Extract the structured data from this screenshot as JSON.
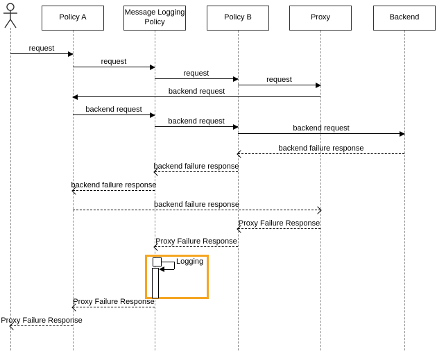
{
  "diagram": {
    "type": "sequence",
    "highlight_color": "#F5A623"
  },
  "icons": {
    "actor": "stick-figure-person",
    "solid_arrowhead": "filled-triangle",
    "dashed_arrowhead": "open-chevron"
  },
  "participants": [
    {
      "label": "Policy A"
    },
    {
      "label": "Message Logging Policy"
    },
    {
      "label": "Policy B"
    },
    {
      "label": "Proxy"
    },
    {
      "label": "Backend"
    }
  ],
  "messages": [
    {
      "label": "request",
      "from": "actor",
      "to": "Policy A",
      "line": "solid"
    },
    {
      "label": "request",
      "from": "Policy A",
      "to": "Message Logging Policy",
      "line": "solid"
    },
    {
      "label": "request",
      "from": "Message Logging Policy",
      "to": "Policy B",
      "line": "solid"
    },
    {
      "label": "request",
      "from": "Policy B",
      "to": "Proxy",
      "line": "solid"
    },
    {
      "label": "backend request",
      "from": "Proxy",
      "to": "Policy A",
      "line": "solid"
    },
    {
      "label": "backend request",
      "from": "Policy A",
      "to": "Message Logging Policy",
      "line": "solid"
    },
    {
      "label": "backend request",
      "from": "Message Logging Policy",
      "to": "Policy B",
      "line": "solid"
    },
    {
      "label": "backend request",
      "from": "Policy B",
      "to": "Backend",
      "line": "solid"
    },
    {
      "label": "backend failure response",
      "from": "Backend",
      "to": "Policy B",
      "line": "dashed"
    },
    {
      "label": "backend failure response",
      "from": "Policy B",
      "to": "Message Logging Policy",
      "line": "dashed"
    },
    {
      "label": "backend failure response",
      "from": "Message Logging Policy",
      "to": "Policy A",
      "line": "dashed"
    },
    {
      "label": "backend failure response",
      "from": "Policy A",
      "to": "Proxy",
      "line": "dashed"
    },
    {
      "label": "Proxy Failure Response",
      "from": "Proxy",
      "to": "Policy B",
      "line": "dashed"
    },
    {
      "label": "Proxy Failure Response",
      "from": "Policy B",
      "to": "Message Logging Policy",
      "line": "dashed"
    },
    {
      "label": "Proxy Failure Response",
      "from": "Message Logging Policy",
      "to": "Policy A",
      "line": "dashed"
    },
    {
      "label": "Proxy Failure Response",
      "from": "Policy A",
      "to": "actor",
      "line": "dashed"
    }
  ],
  "self_message": {
    "label": "Logging",
    "on": "Message Logging Policy",
    "highlighted": true
  }
}
